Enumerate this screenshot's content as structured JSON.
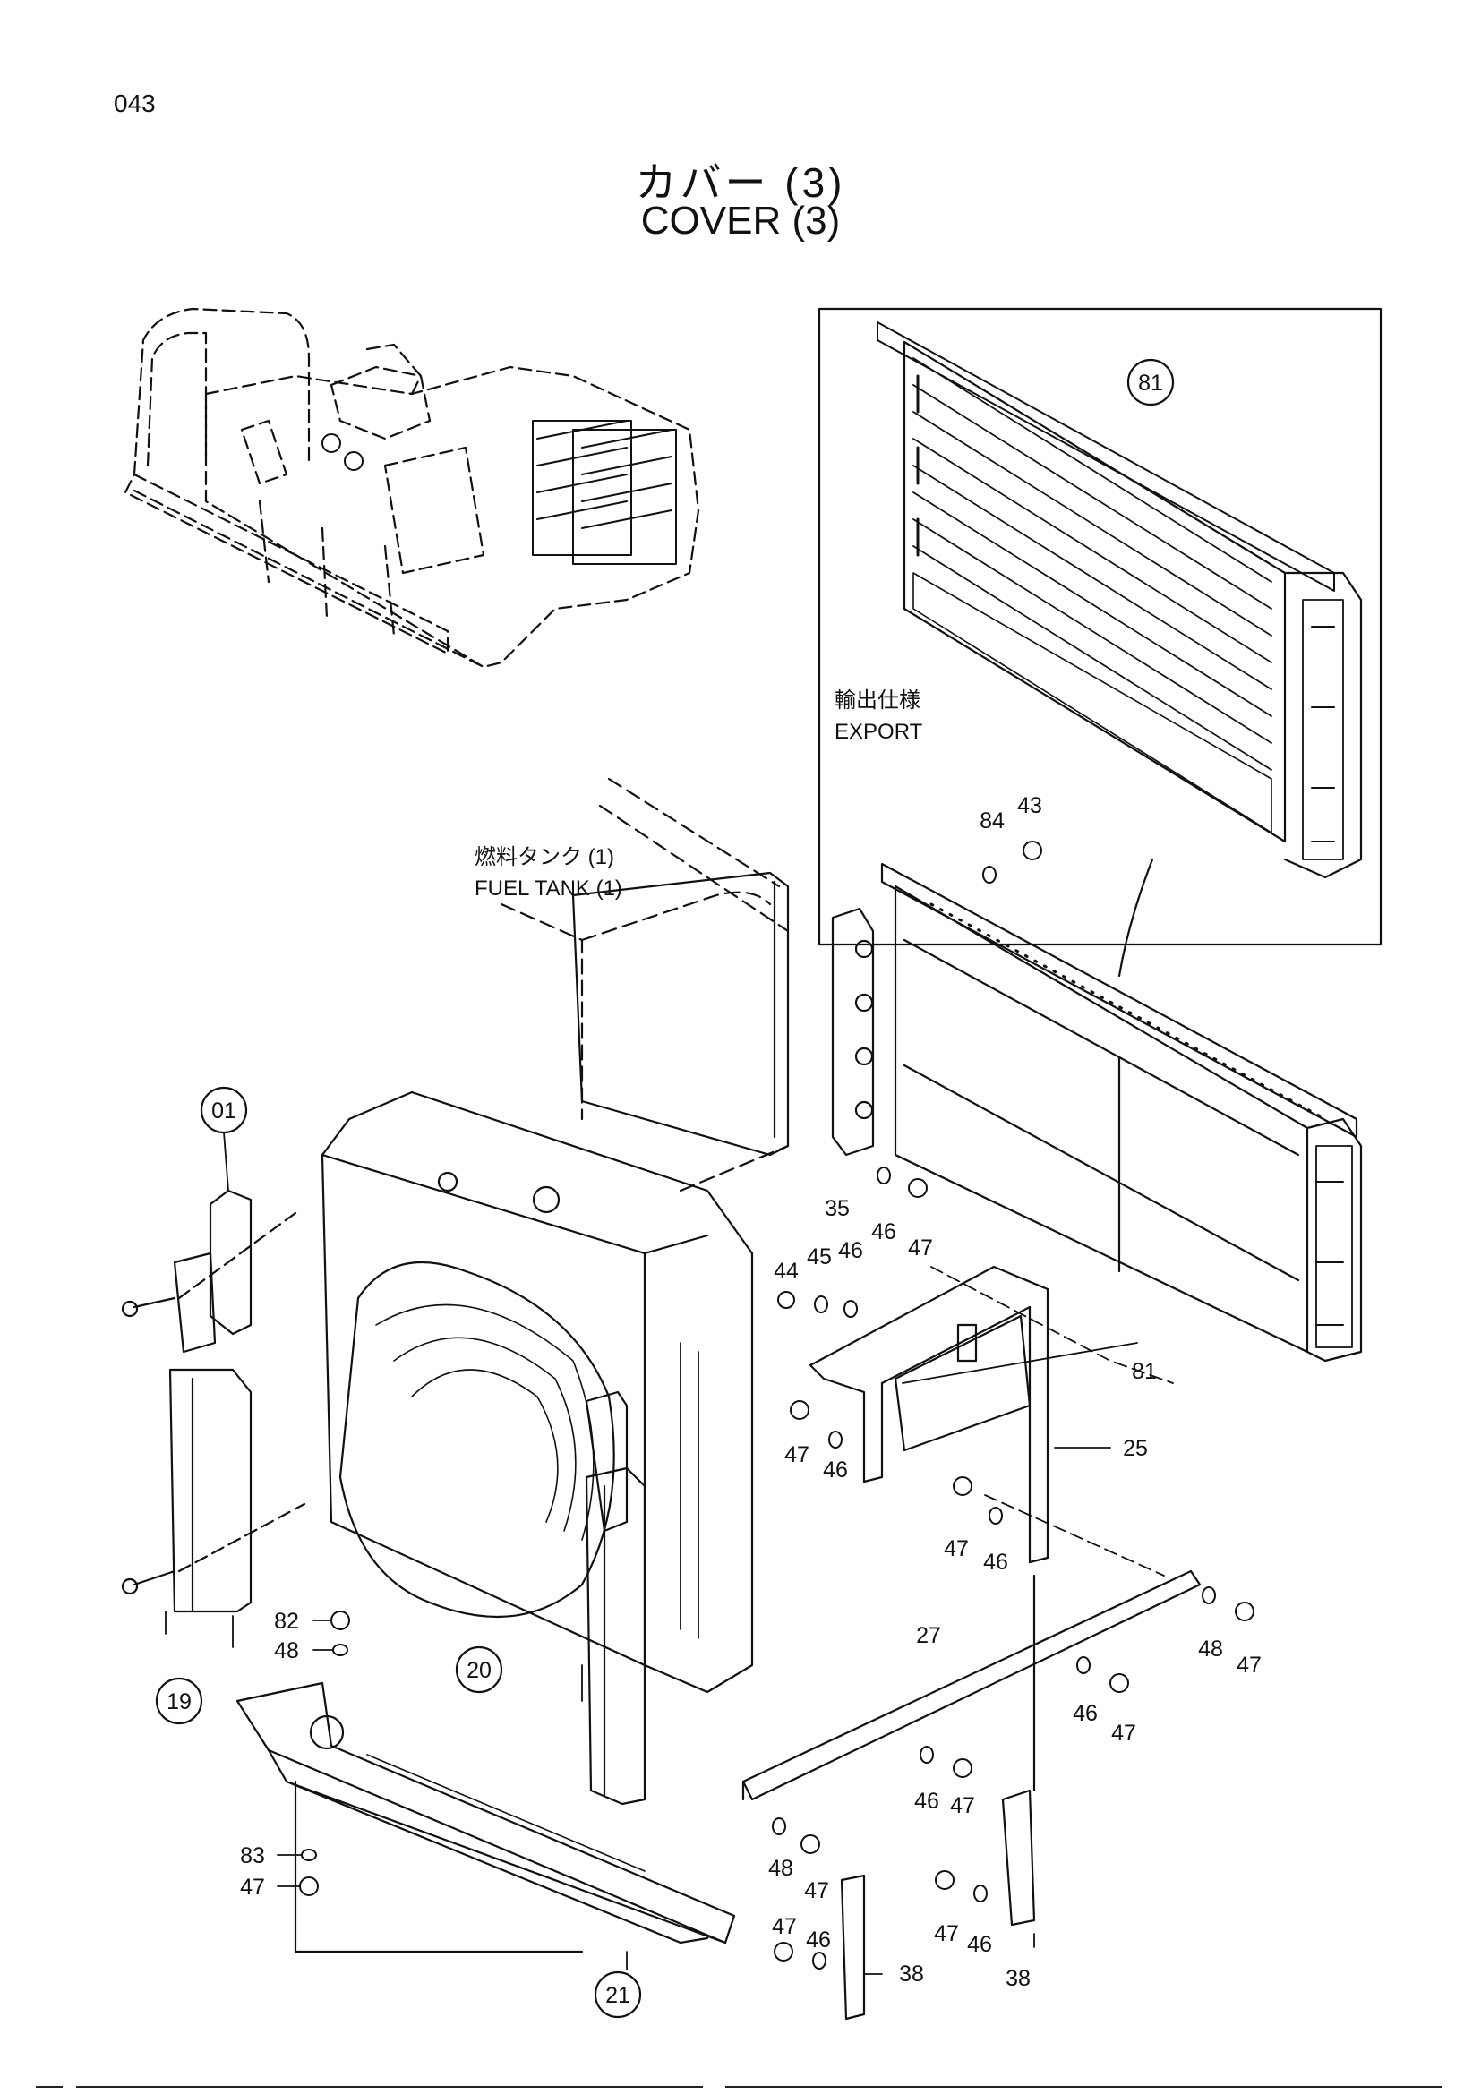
{
  "page": {
    "number": "043"
  },
  "title": {
    "japanese": "カバー (3)",
    "english": "COVER (3)"
  },
  "export_note": {
    "japanese": "輸出仕様",
    "english": "EXPORT"
  },
  "fuel_tank_note": {
    "japanese": "燃料タンク (1)",
    "english": "FUEL TANK (1)"
  },
  "parts": {
    "p81_circle": "81",
    "p81": "81",
    "p01": "01",
    "p19": "19",
    "p20": "20",
    "p21": "21",
    "p25": "25",
    "p27": "27",
    "p35": "35",
    "p38a": "38",
    "p38b": "38",
    "p43": "43",
    "p44": "44",
    "p45": "45",
    "p84": "84",
    "p82": "82",
    "p83": "83",
    "p46a": "46",
    "p46b": "46",
    "p46c": "46",
    "p46d": "46",
    "p46e": "46",
    "p46f": "46",
    "p46g": "46",
    "p46h": "46",
    "p47a": "47",
    "p47b": "47",
    "p47c": "47",
    "p47d": "47",
    "p47e": "47",
    "p47f": "47",
    "p47g": "47",
    "p47h": "47",
    "p47i": "47",
    "p47j": "47",
    "p48a": "48",
    "p48b": "48",
    "p48c": "48"
  }
}
